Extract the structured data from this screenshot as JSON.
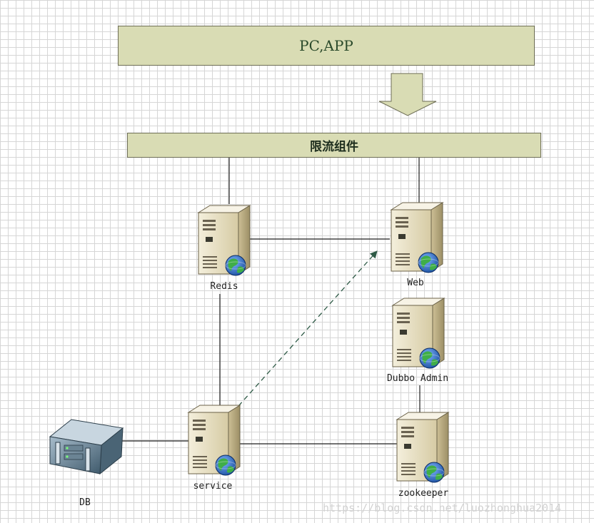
{
  "client": {
    "label": "PC,APP"
  },
  "limiter": {
    "label": "限流组件"
  },
  "nodes": {
    "redis": {
      "label": "Redis"
    },
    "web": {
      "label": "Web"
    },
    "dubbo_admin": {
      "label": "Dubbo Admin"
    },
    "service": {
      "label": "service"
    },
    "zookeeper": {
      "label": "zookeeper"
    },
    "db": {
      "label": "DB"
    }
  },
  "watermark": "https://blog.csdn.net/luozhonghua2014",
  "colors": {
    "box_fill": "#d9dcb4",
    "box_border": "#6d6d55",
    "server_body": "#e4dcc0",
    "server_side": "#bfb38c",
    "globe": "#2a63b5",
    "link": "#1f1f1f",
    "dashed_link": "#2e5a46"
  },
  "icons": {
    "server": "server-globe-icon",
    "database": "rack-server-icon",
    "arrow": "down-arrow-icon"
  }
}
